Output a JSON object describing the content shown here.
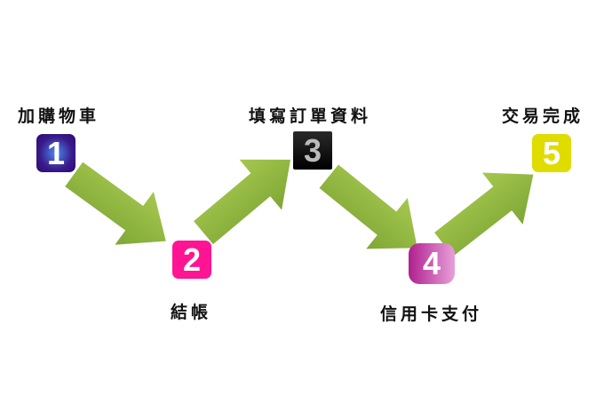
{
  "steps": [
    {
      "number": "1",
      "label": "加購物車",
      "color": "#3a1a8a"
    },
    {
      "number": "2",
      "label": "結帳",
      "color": "#ff1493"
    },
    {
      "number": "3",
      "label": "填寫訂單資料",
      "color": "#111111"
    },
    {
      "number": "4",
      "label": "信用卡支付",
      "color": "#b0208f"
    },
    {
      "number": "5",
      "label": "交易完成",
      "color": "#e0dc00"
    }
  ],
  "arrow_color": "#8db33f"
}
